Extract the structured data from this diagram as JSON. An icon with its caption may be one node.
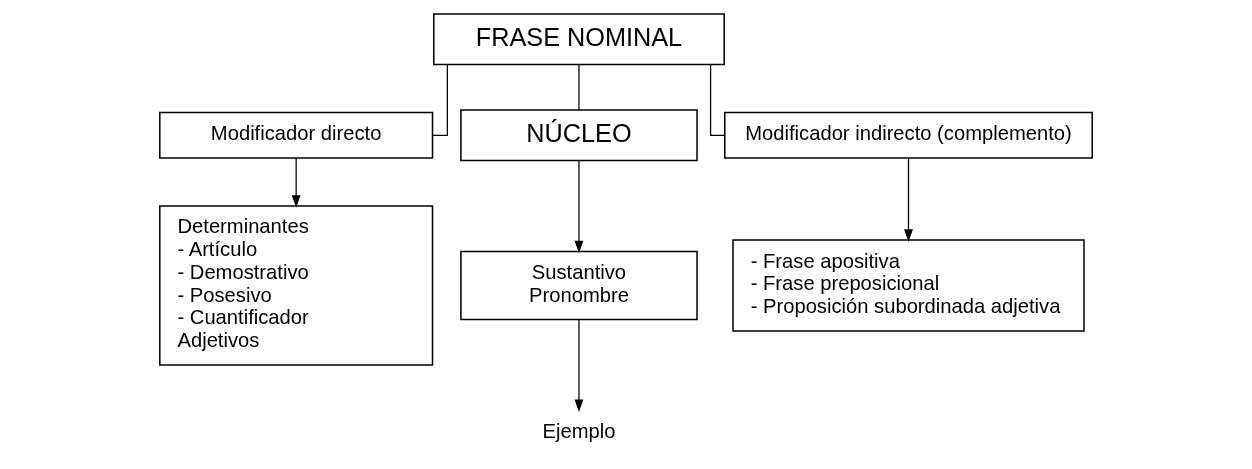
{
  "diagram": {
    "nodes": [
      {
        "text": [
          "FRASE NOMINAL"
        ]
      },
      {
        "text": [
          "Modificador directo"
        ]
      },
      {
        "text": [
          "NÚCLEO"
        ]
      },
      {
        "text": [
          "Modificador indirecto (complemento)"
        ]
      },
      {
        "text": [
          "Determinantes",
          "- Artículo",
          "- Demostrativo",
          "- Posesivo",
          "- Cuantificador",
          "Adjetivos"
        ]
      },
      {
        "text": [
          "Sustantivo",
          "Pronombre"
        ]
      },
      {
        "text": [
          "Ejemplo"
        ]
      },
      {
        "text": [
          "- Frase apositiva",
          "- Frase preposicional",
          "- Proposición subordinada adjetiva"
        ]
      }
    ],
    "edges": [
      {
        "from": 0,
        "to": 1,
        "arrow": "none"
      },
      {
        "from": 0,
        "to": 2,
        "arrow": "none"
      },
      {
        "from": 0,
        "to": 3,
        "arrow": "none"
      },
      {
        "from": 1,
        "to": 4,
        "arrow": "to"
      },
      {
        "from": 2,
        "to": 5,
        "arrow": "to"
      },
      {
        "from": 3,
        "to": 7,
        "arrow": "to"
      },
      {
        "from": 5,
        "to": 6,
        "arrow": "to"
      }
    ]
  }
}
